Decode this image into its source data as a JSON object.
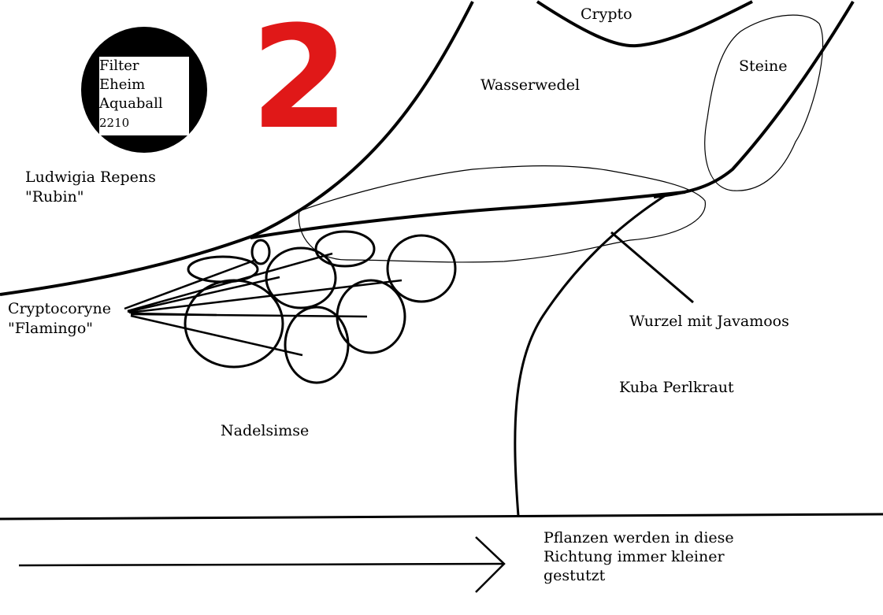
{
  "filter": {
    "line1": "Filter",
    "line2": "Eheim",
    "line3": "Aquaball",
    "line4": "2210"
  },
  "big_number": "2",
  "labels": {
    "crypto": "Crypto",
    "steine": "Steine",
    "wasserwedel": "Wasserwedel",
    "ludwigia_line1": "Ludwigia Repens",
    "ludwigia_line2": "\"Rubin\"",
    "cryptocoryne_line1": "Cryptocoryne",
    "cryptocoryne_line2": "\"Flamingo\"",
    "wurzel": "Wurzel mit Javamoos",
    "kuba": "Kuba Perlkraut",
    "nadelsimse": "Nadelsimse",
    "note_line1": "Pflanzen werden in diese",
    "note_line2": "Richtung immer kleiner",
    "note_line3": "gestutzt"
  },
  "colors": {
    "number": "#e01818",
    "ink": "#000000",
    "background": "#ffffff"
  }
}
